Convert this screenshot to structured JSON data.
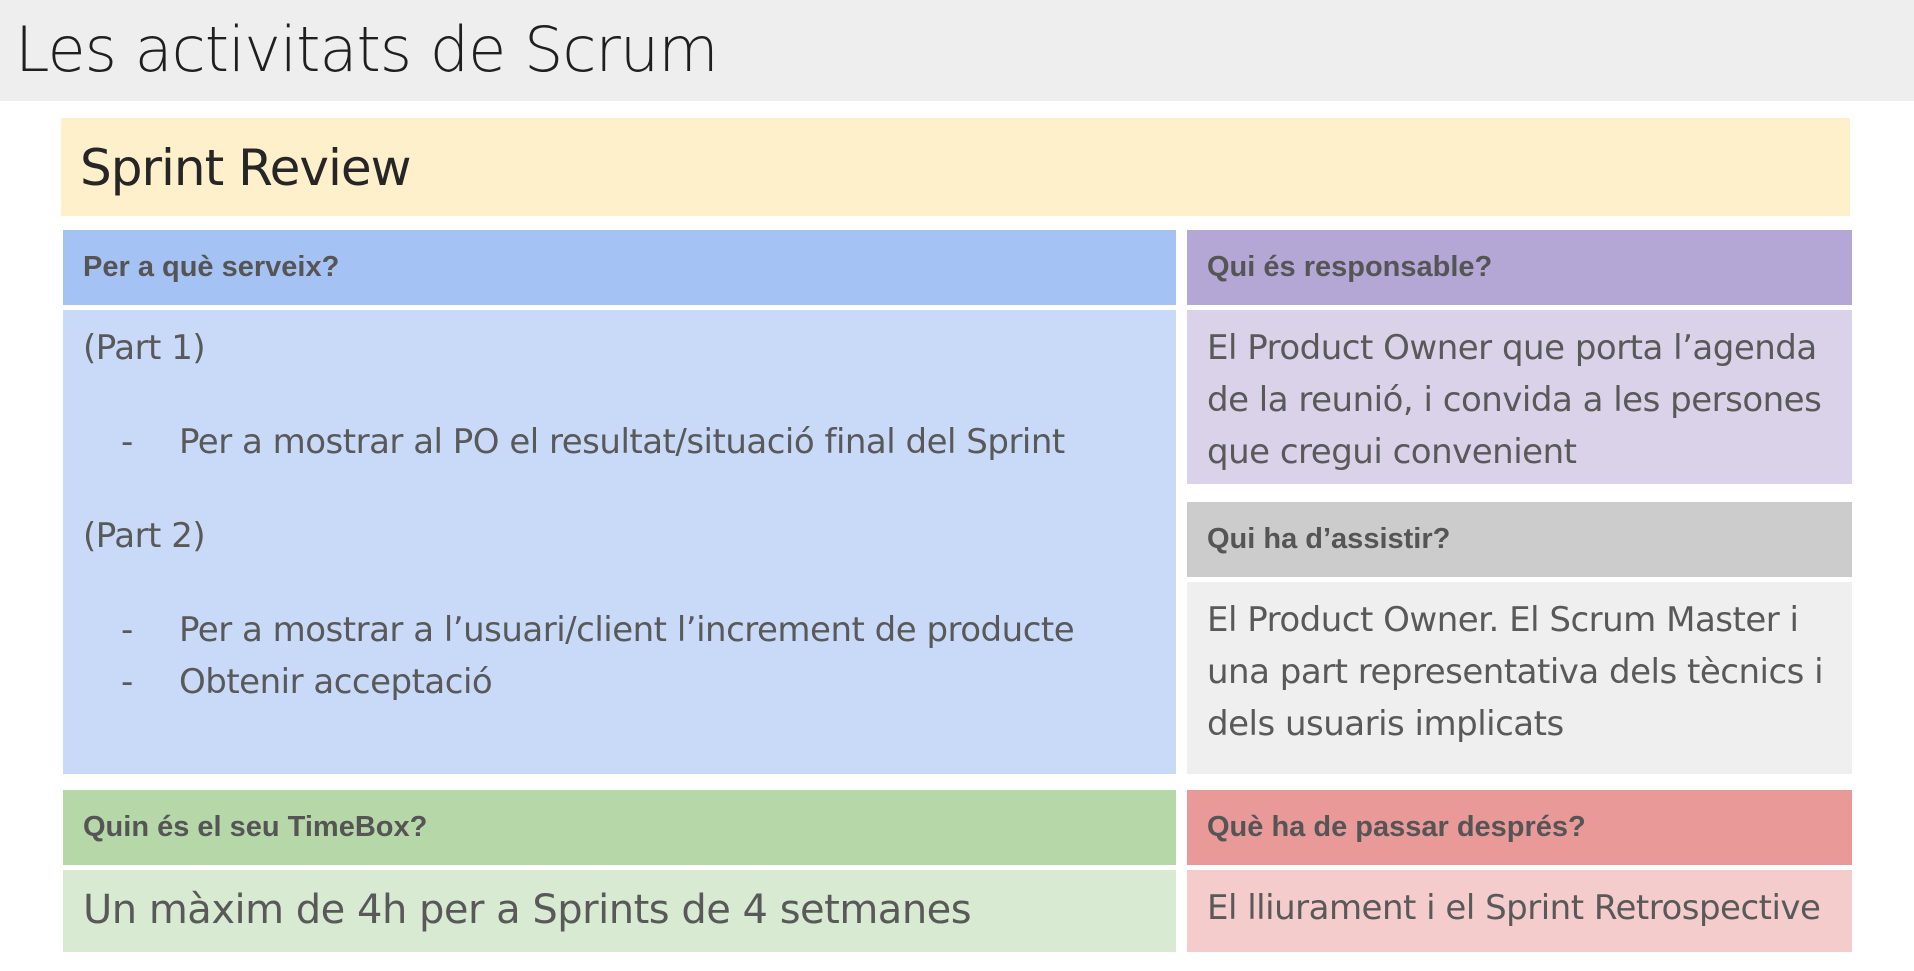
{
  "slide": {
    "title": "Les activitats de Scrum",
    "subtitle": "Sprint Review"
  },
  "purpose": {
    "header": "Per a què serveix?",
    "part1_label": "(Part 1)",
    "part1_items": [
      "Per a mostrar al PO el resultat/situació final del Sprint"
    ],
    "part2_label": "(Part 2)",
    "part2_items": [
      "Per a mostrar a l’usuari/client l’increment de producte",
      "Obtenir acceptació"
    ],
    "bullet": "-"
  },
  "responsible": {
    "header": "Qui és responsable?",
    "body": "El Product Owner que porta l’agenda de la reunió, i convida a les persones que cregui convenient"
  },
  "attendees": {
    "header": "Qui ha d’assistir?",
    "body": "El Product Owner. El Scrum Master i una part representativa dels tècnics i dels usuaris implicats"
  },
  "timebox": {
    "header": "Quin és el seu TimeBox?",
    "body": "Un màxim de 4h per a Sprints de 4 setmanes"
  },
  "after": {
    "header": "Què ha de passar després?",
    "body": "El lliurament i el Sprint Retrospective"
  },
  "colors": {
    "title_bg": "#eeeeee",
    "banner_bg": "#fff0cc",
    "blue_header": "#a4c2f4",
    "blue_body": "#c9daf8",
    "purple_header": "#b4a7d6",
    "purple_body": "#d9d2e9",
    "grey_header": "#cccccc",
    "grey_body": "#efefef",
    "green_header": "#b6d7a8",
    "green_body": "#d9ead3",
    "red_header": "#ea9999",
    "red_body": "#f4cccc"
  }
}
